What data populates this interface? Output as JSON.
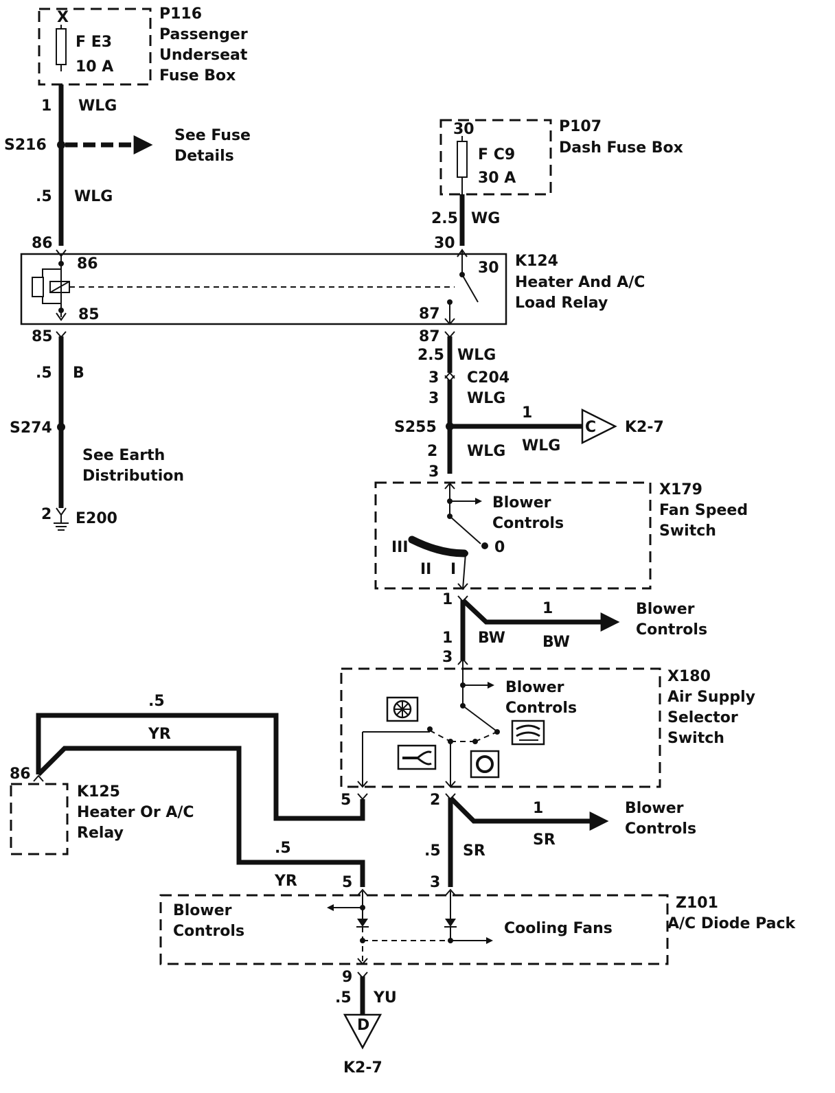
{
  "fuse_box_p116": {
    "pin": "X",
    "fuse": "F E3",
    "rating": "10 A",
    "id": "P116",
    "name_lines": [
      "Passenger",
      "Underseat",
      "Fuse Box"
    ]
  },
  "fuse_box_p107": {
    "pin": "30",
    "fuse": "F C9",
    "rating": "30 A",
    "id": "P107",
    "name": "Dash Fuse Box"
  },
  "splice_s216": {
    "id": "S216",
    "note_lines": [
      "See Fuse",
      "Details"
    ]
  },
  "splice_s274": {
    "id": "S274",
    "note_lines": [
      "See Earth",
      "Distribution"
    ]
  },
  "splice_s255": {
    "id": "S255"
  },
  "ground_e200": {
    "pin": "2",
    "id": "E200"
  },
  "relay_k124": {
    "id": "K124",
    "name_lines": [
      "Heater And A/C",
      "Load Relay"
    ],
    "pins": {
      "p86_in": "86",
      "p86": "86",
      "p85": "85",
      "p85_out": "85",
      "p30_in": "30",
      "p30": "30",
      "p87": "87",
      "p87_out": "87"
    }
  },
  "relay_k125": {
    "id": "K125",
    "name_lines": [
      "Heater Or A/C",
      "Relay"
    ],
    "pin": "86"
  },
  "connector_c204": {
    "id": "C204",
    "pin_top": "3",
    "pin_bottom": "3"
  },
  "switch_x179": {
    "id": "X179",
    "name_lines": [
      "Fan Speed",
      "Switch"
    ],
    "to_label_lines": [
      "Blower",
      "Controls"
    ],
    "positions": {
      "p3": "III",
      "p2": "II",
      "p1": "I",
      "p0": "0"
    },
    "pin_in": "3",
    "pin_out": "1"
  },
  "switch_x180": {
    "id": "X180",
    "name_lines": [
      "Air Supply",
      "Selector",
      "Switch"
    ],
    "to_label_lines": [
      "Blower",
      "Controls"
    ],
    "pin_in": "3",
    "pin_out_left": "5",
    "pin_out_right": "2"
  },
  "diode_pack_z101": {
    "id": "Z101",
    "name": "A/C Diode Pack",
    "left_label_lines": [
      "Blower",
      "Controls"
    ],
    "right_label": "Cooling Fans",
    "pin_in_left": "5",
    "pin_in_right": "3",
    "pin_out": "9"
  },
  "connector_c": {
    "letter": "C",
    "ref": "K2-7",
    "pin": "1"
  },
  "connector_d": {
    "letter": "D",
    "ref": "K2-7"
  },
  "wires": {
    "w_p116_1": {
      "pin": "1",
      "color": "WLG"
    },
    "w_s216_k124": {
      "size": ".5",
      "color": "WLG"
    },
    "w_p107_k124": {
      "size": "2.5",
      "color": "WG"
    },
    "w_k124_85": {
      "size": ".5",
      "color": "B"
    },
    "w_k124_87": {
      "size": "2.5",
      "color": "WLG"
    },
    "w_c204_s255": {
      "color": "WLG"
    },
    "w_s255_c": {
      "color": "WLG"
    },
    "w_s255_x179": {
      "size": "2",
      "color": "WLG"
    },
    "w_x179_x180": {
      "size": "1",
      "color": "BW"
    },
    "w_x179_blower": {
      "size": "1",
      "color": "BW",
      "to_lines": [
        "Blower",
        "Controls"
      ]
    },
    "w_k125_x180": {
      "size": ".5",
      "color": "YR"
    },
    "w_k125_z101": {
      "size": ".5",
      "color": "YR"
    },
    "w_x180_z101": {
      "size": ".5",
      "color": "SR"
    },
    "w_x180_blower": {
      "size": "1",
      "color": "SR",
      "to_lines": [
        "Blower",
        "Controls"
      ]
    },
    "w_z101_d": {
      "size": ".5",
      "color": "YU"
    }
  }
}
